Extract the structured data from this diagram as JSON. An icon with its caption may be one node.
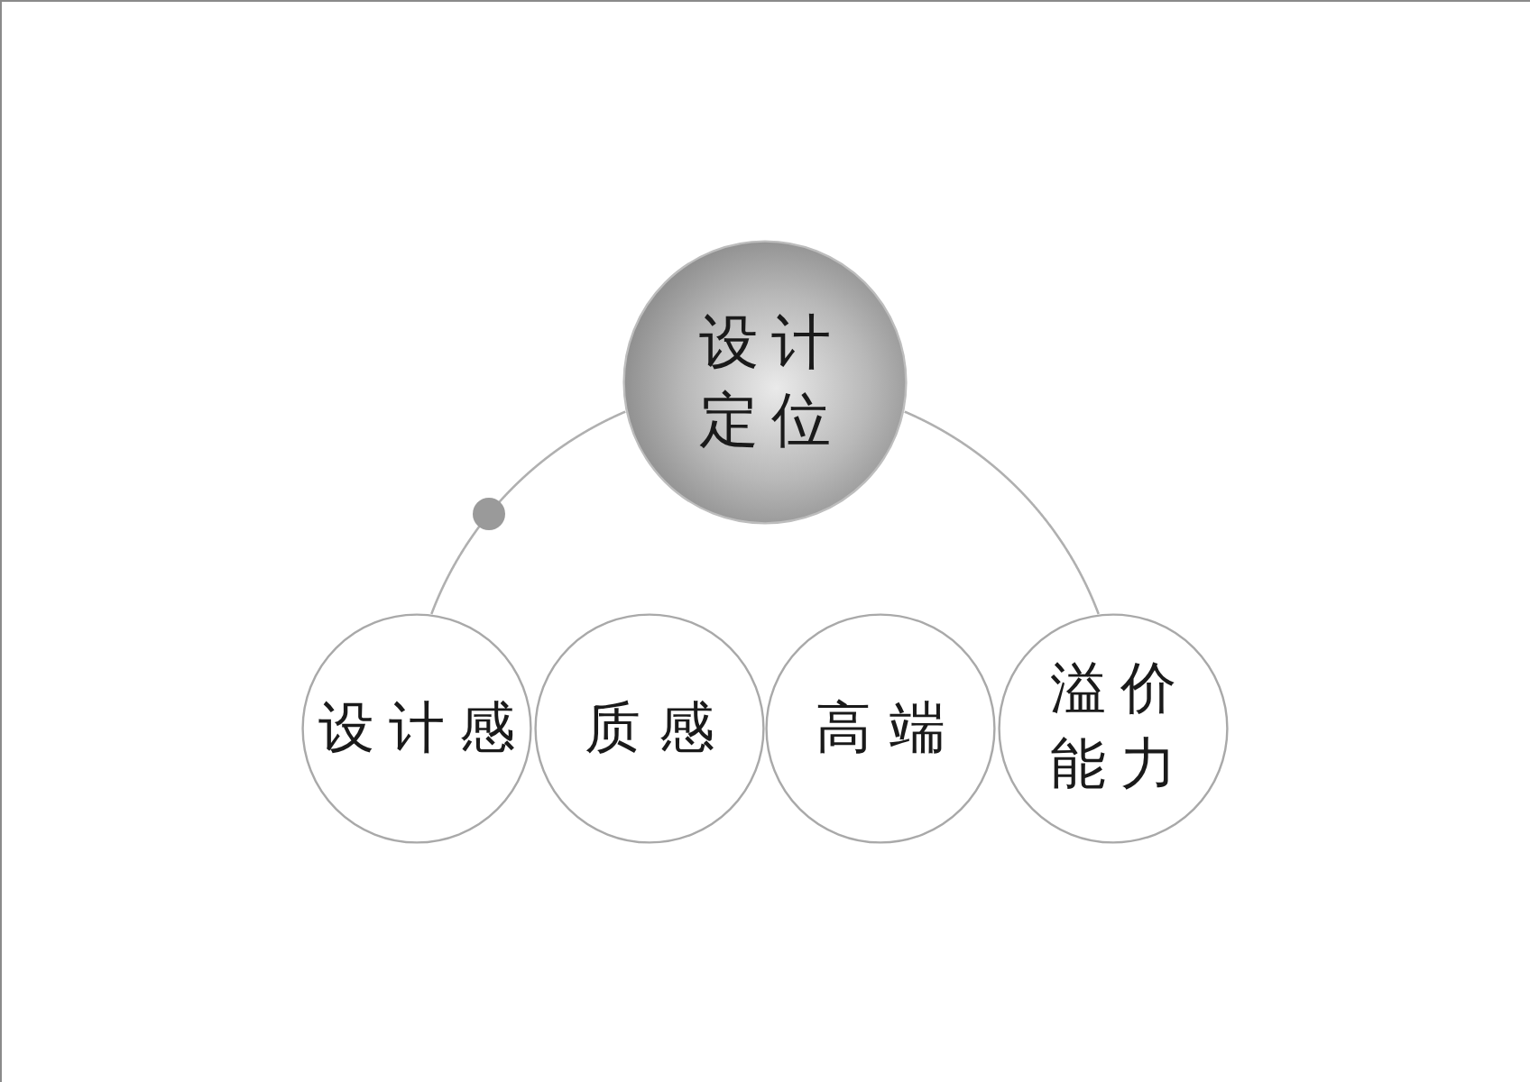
{
  "diagram": {
    "nodes": [
      {
        "text": [
          "设计定位"
        ]
      },
      {
        "text": [
          "设计感"
        ]
      },
      {
        "text": [
          "质感"
        ]
      },
      {
        "text": [
          "高端"
        ]
      },
      {
        "text": [
          "溢价能力"
        ]
      }
    ],
    "edges": [
      {
        "from": 0,
        "to": 1,
        "arrow": "none"
      },
      {
        "from": 0,
        "to": 4,
        "arrow": "none"
      }
    ]
  }
}
